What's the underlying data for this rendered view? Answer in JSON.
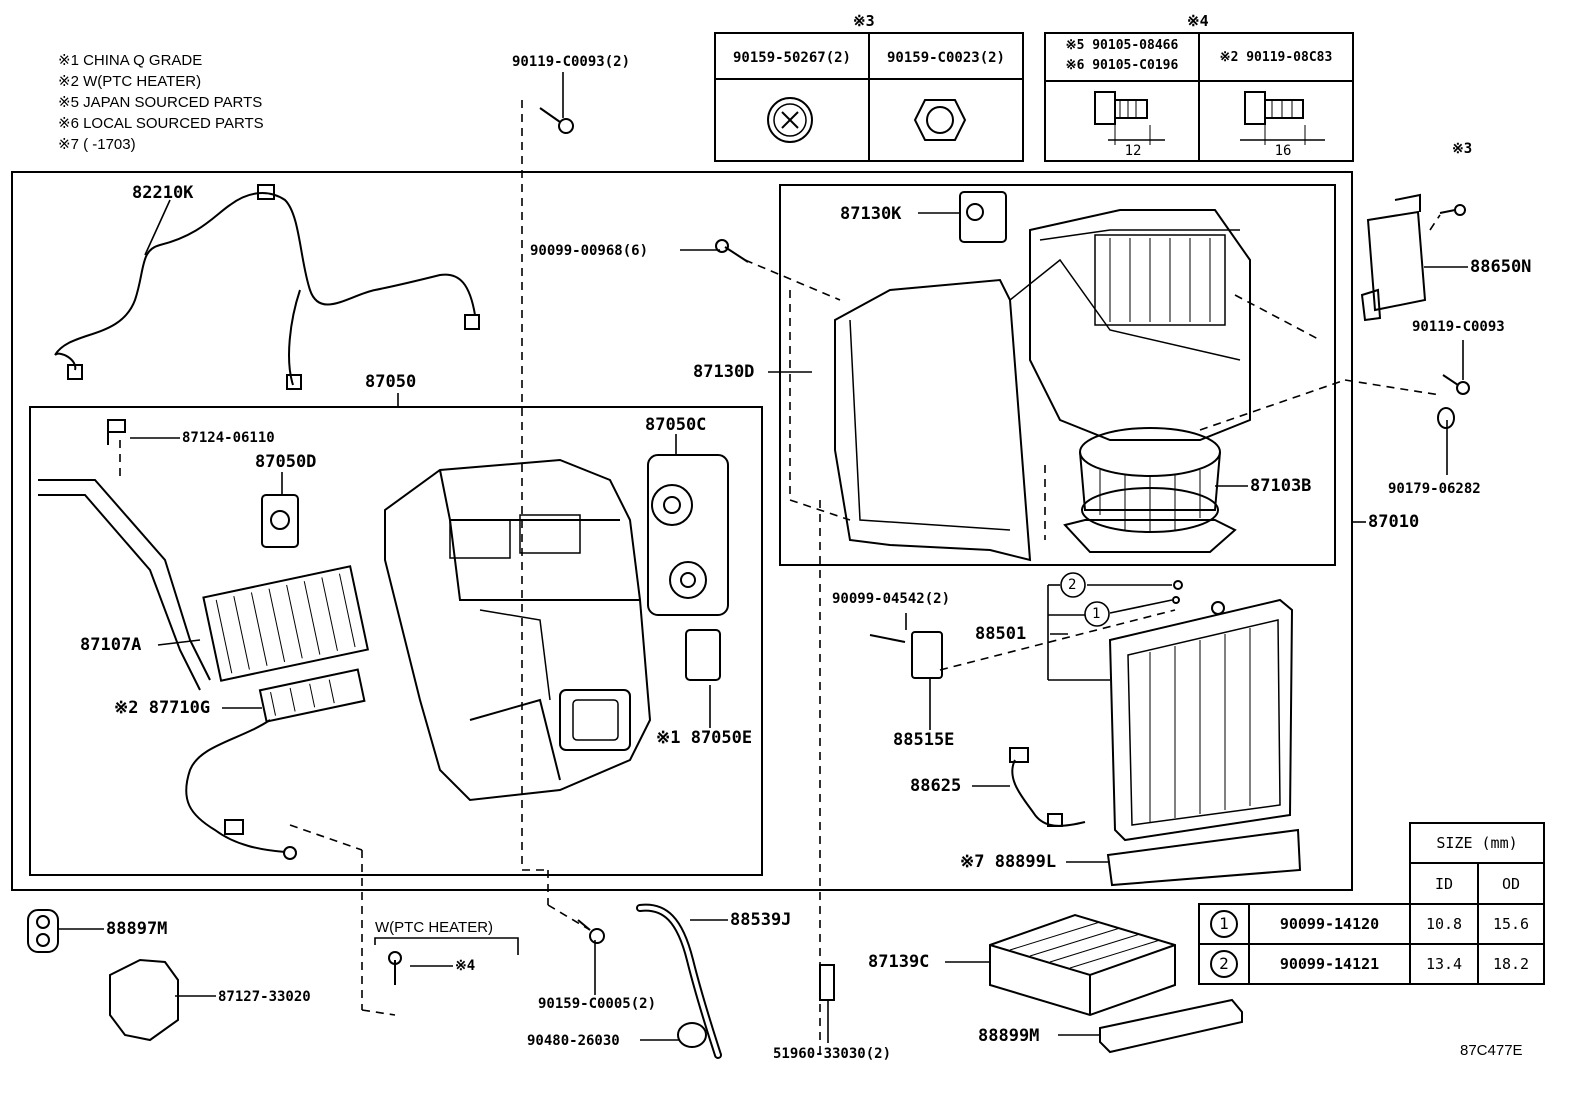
{
  "notes": [
    "※1 CHINA Q GRADE",
    "※2 W(PTC HEATER)",
    "※5 JAPAN SOURCED PARTS",
    "※6 LOCAL SOURCED PARTS",
    "※7 (       -1703)"
  ],
  "box3": {
    "title": "※3",
    "left_part": "90159-50267(2)",
    "right_part": "90159-C0023(2)"
  },
  "box4": {
    "title": "※4",
    "left_line1": "※5 90105-08466",
    "left_line2": "※6 90105-C0196",
    "right_part": "※2 90119-08C83",
    "left_dim": "12",
    "right_dim": "16"
  },
  "parts": {
    "p82210K": "82210K",
    "p90119_C0093_2": "90119-C0093(2)",
    "p90099_00968": "90099-00968(6)",
    "p87130K": "87130K",
    "p87130D": "87130D",
    "p88650N": "88650N",
    "p90119_C0093": "90119-C0093",
    "p90179_06282": "90179-06282",
    "p87050": "87050",
    "p87124_06110": "87124-06110",
    "p87050D": "87050D",
    "p87050C": "87050C",
    "p87103B": "87103B",
    "p87010": "87010",
    "p87107A": "87107A",
    "p87710G": "※2 87710G",
    "p87050E": "※1 87050E",
    "p90099_04542": "90099-04542(2)",
    "p88501": "88501",
    "p88515E": "88515E",
    "p88625": "88625",
    "p88899L": "※7 88899L",
    "p88897M": "88897M",
    "p87127_33020": "87127-33020",
    "ptc_label": "W(PTC HEATER)",
    "star4": "※4",
    "p90159_C0005": "90159-C0005(2)",
    "p90480_26030": "90480-26030",
    "p88539J": "88539J",
    "p51960_33030": "51960-33030(2)",
    "p87139C": "87139C",
    "p88899M": "88899M",
    "star3": "※3",
    "callout1": "1",
    "callout2": "2"
  },
  "size_table": {
    "header": "SIZE (mm)",
    "col_id": "ID",
    "col_od": "OD",
    "rows": [
      {
        "mark": "1",
        "part": "90099-14120",
        "id": "10.8",
        "od": "15.6"
      },
      {
        "mark": "2",
        "part": "90099-14121",
        "id": "13.4",
        "od": "18.2"
      }
    ]
  },
  "figure_code": "87C477E"
}
